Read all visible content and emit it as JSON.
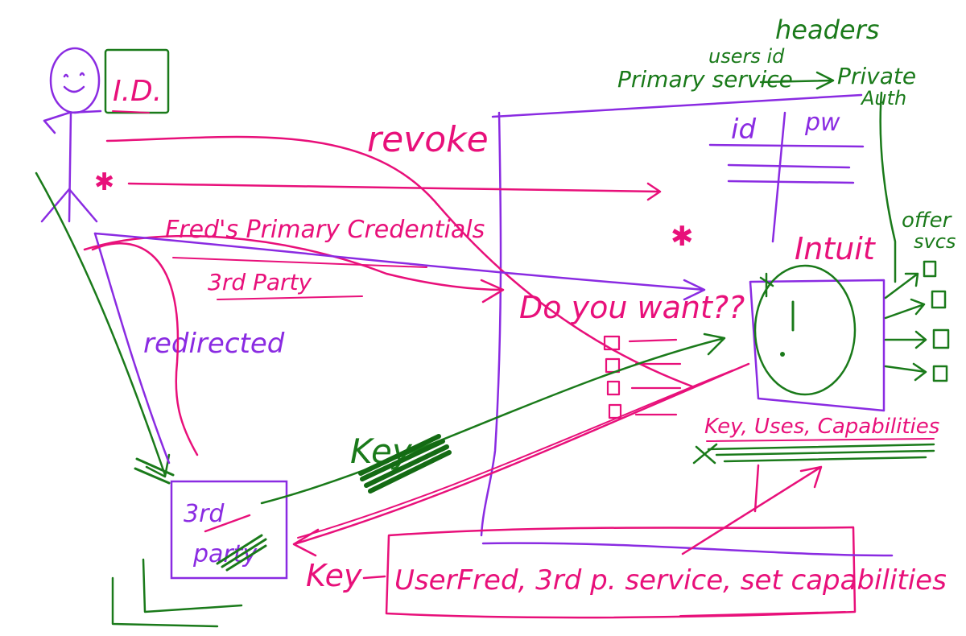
{
  "colors": {
    "purple": "#8a2be2",
    "magenta": "#e8107a",
    "green": "#1a7a1a",
    "dark_green": "#146b14"
  },
  "labels": {
    "id_badge": "I.D.",
    "headers": "headers",
    "users_id": "users id",
    "primary_service": "Primary service",
    "private_auth_line1": "Private",
    "private_auth_line2": "Auth",
    "revoke": "revoke",
    "id_col": "id",
    "pw_col": "pw",
    "star_mark": "✱",
    "x_mark": "✱",
    "freds_credentials": "Fred's Primary Credentials",
    "third_party_sub": "3rd Party",
    "do_you_want": "Do you want??",
    "intuit": "Intuit",
    "offer_services_line1": "offer",
    "offer_services_line2": "svcs",
    "redirected": "redirected",
    "key_upper": "Key",
    "key_scope": "Key, Uses, Capabilities",
    "third_party_box_line1": "3rd",
    "third_party_box_line2": "party",
    "key_lower": "Key",
    "bottom_box": "UserFred, 3rd p. service, set capabilities"
  }
}
